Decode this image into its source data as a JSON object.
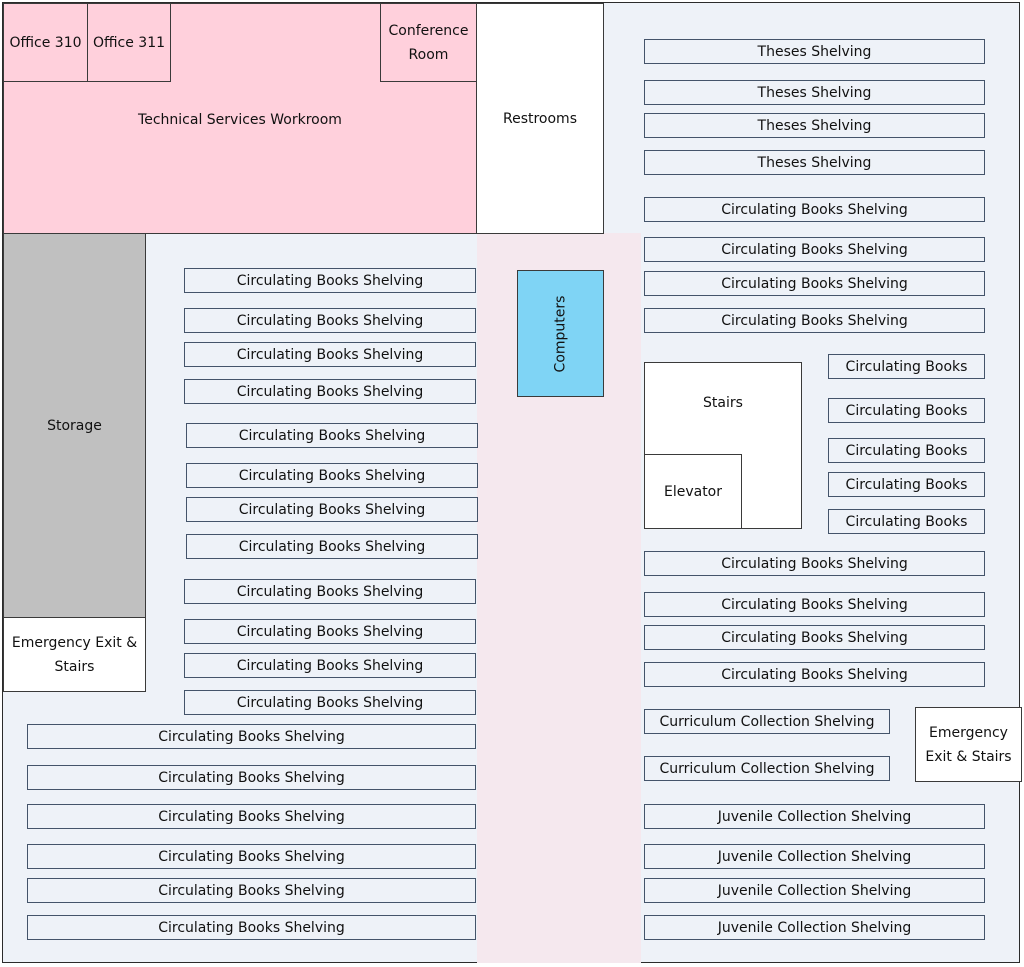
{
  "colors": {
    "floor": "#eef2f8",
    "aisle": "#f5e8ee",
    "tech_services": "#ffd0dc",
    "storage": "#c0c0c0",
    "computers": "#7fd4f5",
    "shelf": "#eef2f8",
    "room": "#ffffff"
  },
  "rooms": {
    "office_310": "Office 310",
    "office_311": "Office 311",
    "conference": "Conference\nRoom",
    "tech_workroom": "Technical Services Workroom",
    "restrooms": "Restrooms",
    "storage": "Storage",
    "emergency_left": "Emergency Exit &\nStairs",
    "emergency_right": "Emergency\nExit & Stairs",
    "computers": "Computers",
    "stairs": "Stairs",
    "elevator": "Elevator"
  },
  "shelving": {
    "theses": "Theses Shelving",
    "circulating": "Circulating Books Shelving",
    "circulating_short": "Circulating Books",
    "curriculum": "Curriculum Collection Shelving",
    "juvenile": "Juvenile Collection Shelving"
  }
}
